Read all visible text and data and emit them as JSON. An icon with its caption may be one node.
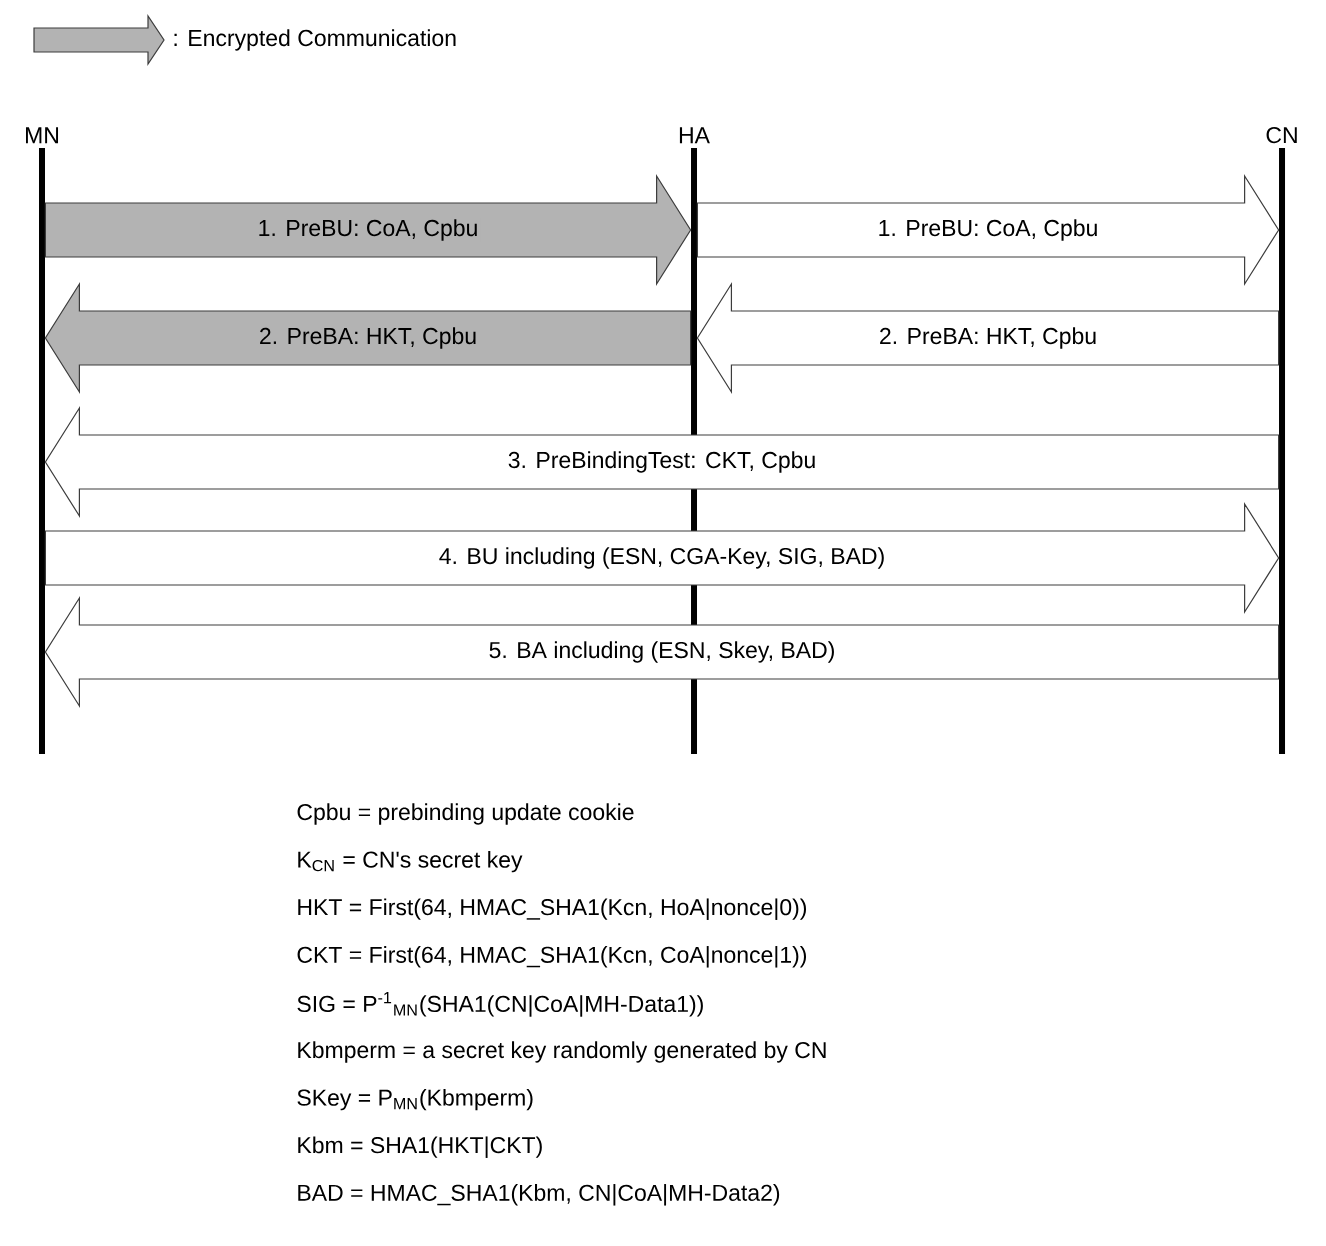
{
  "diagram": {
    "nodes": [
      {
        "text": [
          "MN"
        ]
      },
      {
        "text": [
          "HA"
        ]
      },
      {
        "text": [
          "CN"
        ]
      }
    ],
    "edges": [
      {
        "from": 0,
        "to": 1,
        "arrow": "to",
        "label": "1. PreBU: CoA, Cpbu",
        "color": "#b3b3b3"
      },
      {
        "from": 1,
        "to": 2,
        "arrow": "to",
        "label": "1. PreBU: CoA, Cpbu"
      },
      {
        "from": 1,
        "to": 0,
        "arrow": "to",
        "label": "2. PreBA: HKT, Cpbu",
        "color": "#b3b3b3"
      },
      {
        "from": 2,
        "to": 1,
        "arrow": "to",
        "label": "2. PreBA: HKT, Cpbu"
      },
      {
        "from": 2,
        "to": 0,
        "arrow": "to",
        "label": "3. PreBindingTest: CKT, Cpbu"
      },
      {
        "from": 0,
        "to": 2,
        "arrow": "to",
        "label": "4. BU including (ESN, CGA-Key, SIG, BAD)"
      },
      {
        "from": 2,
        "to": 0,
        "arrow": "to",
        "label": "5. BA including (ESN, Skey, BAD)"
      }
    ],
    "labels": [
      "Cpbu = prebinding update cookie",
      "K$_{CN}$ = CN's secret key",
      "HKT = First(64, HMAC_SHA1(Kcn, HoA|nonce|0))",
      "CKT = First(64, HMAC_SHA1(Kcn, CoA|nonce|1))",
      "SIG = P$^{-1}$$_{MN}$(SHA1(CN|CoA|MH-Data1))",
      "Kbmperm = a secret key randomly generated by CN",
      "SKey = P$_{MN}$(Kbmperm)",
      "Kbm = SHA1(HKT|CKT)",
      "BAD = HMAC_SHA1(Kbm, CN|CoA|MH-Data2)"
    ],
    "legend": [
      {
        "text": ": Encrypted Communication"
      }
    ]
  }
}
